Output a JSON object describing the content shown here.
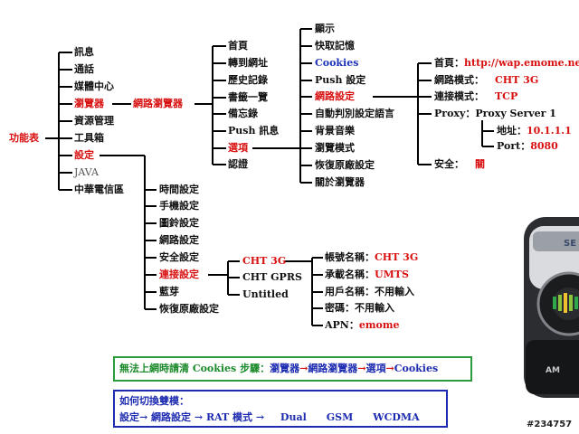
{
  "root": "功能表",
  "menu": [
    "訊息",
    "通話",
    "媒體中心",
    "瀏覽器",
    "資源管理",
    "工具箱",
    "設定",
    "JAVA",
    "中華電信區"
  ],
  "browser_sub": "網路瀏覽器",
  "browser_menu": [
    "首頁",
    "轉到網址",
    "歷史記錄",
    "書籤一覽",
    "備忘錄",
    "Push 訊息",
    "選項",
    "認證"
  ],
  "options_menu": [
    "顯示",
    "快取記憶",
    "Cookies",
    "Push 設定",
    "網路設定",
    "自動判別設定語言",
    "背景音樂",
    "瀏覽模式",
    "恢復原廠設定",
    "關於瀏覽器"
  ],
  "network": {
    "home_label": "首頁：",
    "home_url": "http://wap.emome.net",
    "mode_label": "網路模式：",
    "mode_value": "CHT 3G",
    "conn_label": "連接模式：",
    "conn_value": "TCP",
    "proxy": "Proxy：Proxy Server 1",
    "addr_label": "地址：",
    "addr_value": "10.1.1.1",
    "port_label": "Port：",
    "port_value": "8080",
    "security_label": "安全：",
    "security_value": "關"
  },
  "settings_menu": [
    "時間設定",
    "手機設定",
    "圖鈴設定",
    "網路設定",
    "安全設定",
    "連接設定",
    "藍芽",
    "恢復原廠設定"
  ],
  "connection_menu": [
    "CHT 3G",
    "CHT GPRS",
    "Untitled"
  ],
  "account": [
    {
      "label": "帳號名稱：",
      "value": "CHT 3G"
    },
    {
      "label": "承載名稱：",
      "value": "UMTS"
    },
    {
      "label": "用戶名稱：",
      "value": "不用輸入"
    },
    {
      "label": "密碼：",
      "value": "不用輸入"
    },
    {
      "label": "APN：",
      "value": "emome"
    }
  ],
  "note1": {
    "prefix": "無法上網時請清 Cookies 步驟：",
    "steps": [
      "瀏覽器",
      "網路瀏覽器",
      "選項",
      "Cookies"
    ]
  },
  "note2": {
    "title": "如何切換雙模：",
    "line": [
      "設定",
      "網路設定",
      "RAT 模式",
      "Dual",
      "GSM",
      "WCDMA"
    ]
  },
  "watermark": "#234757",
  "colors": {
    "red": "#d81010",
    "blue": "#1d33b8",
    "green": "#1b8a2a",
    "navy": "#1d2bb0"
  }
}
